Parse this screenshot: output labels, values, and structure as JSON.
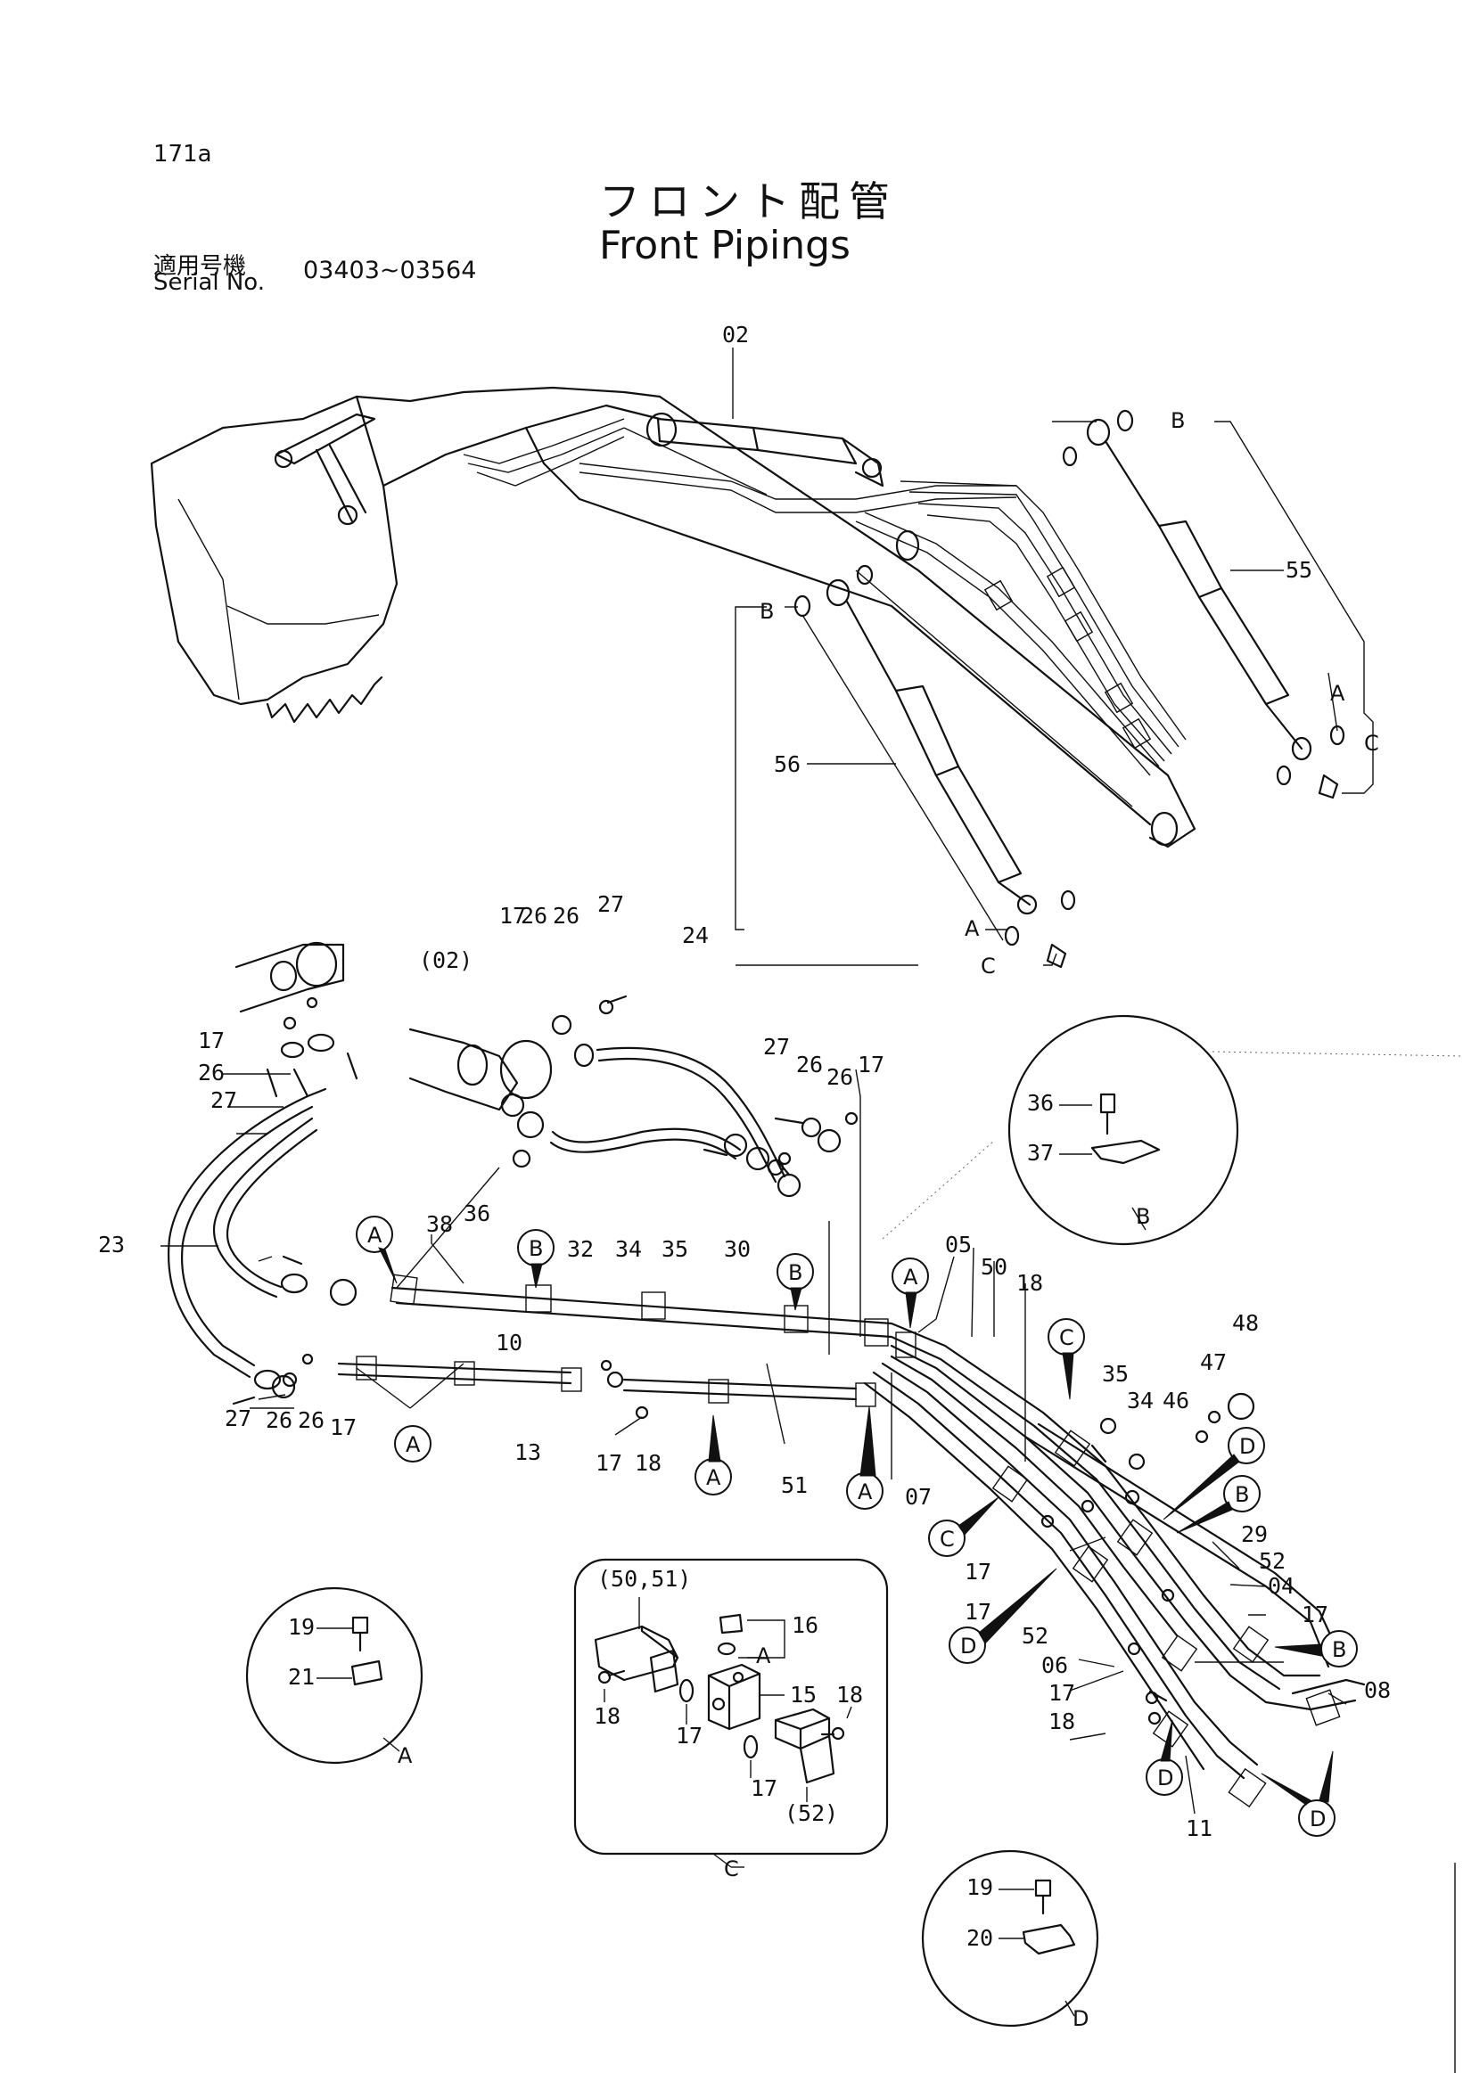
{
  "page_number": "171a",
  "title_jp": "フロント配管",
  "title_en": "Front Pipings",
  "serial_label_jp": "適用号機",
  "serial_label_en": "Serial No.",
  "serial_range": "03403~03564",
  "callout_labels": {
    "l02": "02",
    "l55": "55",
    "l56": "56",
    "b_top": "B",
    "a_right": "A",
    "c_right": "C",
    "b_left": "B",
    "a_mid": "A",
    "c_mid": "C",
    "p02": "(02)",
    "l17a": "17",
    "l26a": "26",
    "l26b": "26",
    "l27a": "27",
    "l24": "24",
    "l27b": "27",
    "l26c": "26",
    "l26d": "26",
    "l17b": "17",
    "l17c": "17",
    "l26e": "26",
    "l27c": "27",
    "l23": "23",
    "l38": "38",
    "l36a": "36",
    "l32": "32",
    "l34a": "34",
    "l35a": "35",
    "l30": "30",
    "l05": "05",
    "l50": "50",
    "l18a": "18",
    "l10": "10",
    "l27d": "27",
    "l26f": "26",
    "l26g": "26",
    "l17d": "17",
    "l13": "13",
    "l17e": "17",
    "l18b": "18",
    "l51": "51",
    "l07": "07",
    "l35b": "35",
    "l34b": "34",
    "l46": "46",
    "l47": "47",
    "l48": "48",
    "l29": "29",
    "l52a": "52",
    "l04": "04",
    "l17f": "17",
    "l08": "08",
    "l17g": "17",
    "l17h": "17",
    "l52b": "52",
    "l06": "06",
    "l17i": "17",
    "l18c": "18",
    "l11": "11",
    "l36b": "36",
    "l37": "37",
    "detB": "B",
    "l19a": "19",
    "l21": "21",
    "detA": "A",
    "p5051": "(50,51)",
    "l16": "16",
    "l16a": "A",
    "l15": "15",
    "l18d": "18",
    "l18e": "18",
    "l17j": "17",
    "l17k": "17",
    "p52": "(52)",
    "detC": "C",
    "l19b": "19",
    "l20": "20",
    "detD": "D"
  },
  "circle_refs": {
    "cA1": "A",
    "cB1": "B",
    "cB2": "B",
    "cA2": "A",
    "cC1": "C",
    "cA3": "A",
    "cA4": "A",
    "cA5": "A",
    "cC2": "C",
    "cD1": "D",
    "cB3": "B",
    "cD2": "D",
    "cB4": "B",
    "cD3": "D",
    "cD4": "D"
  }
}
